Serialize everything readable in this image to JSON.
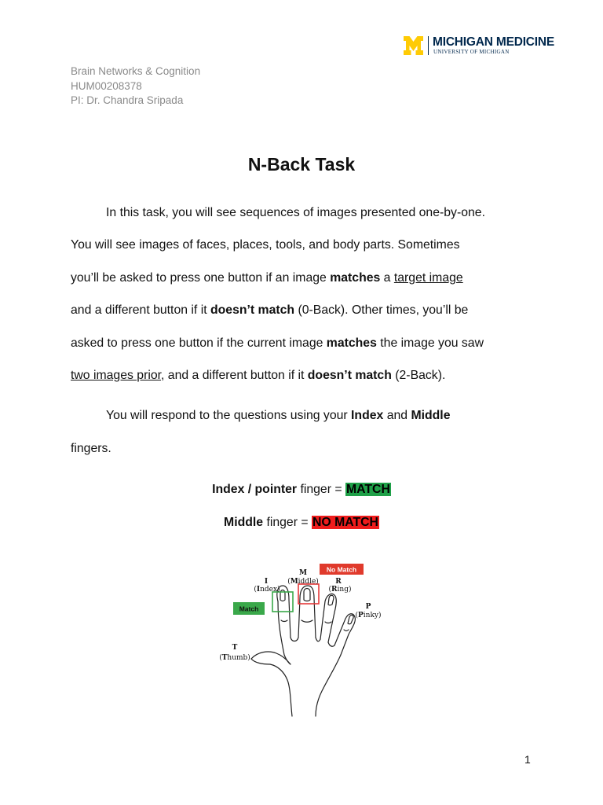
{
  "logo": {
    "name": "MICHIGAN MEDICINE",
    "sub": "UNIVERSITY OF MICHIGAN",
    "brand_color": "#00274c",
    "accent_color": "#ffcb05"
  },
  "header": {
    "line1": "Brain Networks & Cognition",
    "line2": "HUM00208378",
    "line3": "PI: Dr. Chandra Sripada"
  },
  "title": "N-Back Task",
  "intro": {
    "l1": "In this task, you will see sequences of images presented one-by-one.",
    "l2": "You will see images of faces, places, tools, and body parts. Sometimes",
    "l3a": "you’ll be asked to press one button if an image ",
    "l3b": "matches",
    "l3c": " a ",
    "l3d": "target image",
    "l4a": "and a different button if it ",
    "l4b": "doesn’t match",
    "l4c": " (0-Back). Other times, you’ll be",
    "l5a": "asked to press one button if the current image ",
    "l5b": "matches",
    "l5c": " the image you saw",
    "l6a": "two images prior",
    "l6b": ", and a different button if it ",
    "l6c": "doesn’t match",
    "l6d": " (2-Back)."
  },
  "respond": {
    "l1a": "You will respond to the questions using your ",
    "l1b": "Index",
    "l1c": " and ",
    "l1d": "Middle",
    "l2": "fingers."
  },
  "mapping": {
    "index_bold": "Index / pointer",
    "index_rest": " finger = ",
    "index_value": "MATCH",
    "middle_bold": "Middle",
    "middle_rest": " finger = ",
    "middle_value": "NO MATCH",
    "match_color": "#1fa048",
    "nomatch_color": "#ee1c1c"
  },
  "figure": {
    "no_match_tag": "No Match",
    "match_tag": "Match",
    "m_letter": "M",
    "m_full_a": "(",
    "m_full_b": "M",
    "m_full_c": "iddle)",
    "i_letter": "I",
    "i_full_b": "I",
    "i_full_c": "ndex)",
    "r_letter": "R",
    "r_full_b": "R",
    "r_full_c": "ing)",
    "p_letter": "P",
    "p_full_b": "P",
    "p_full_c": "inky)",
    "t_letter": "T",
    "t_full_b": "T",
    "t_full_c": "humb)"
  },
  "page_number": "1"
}
